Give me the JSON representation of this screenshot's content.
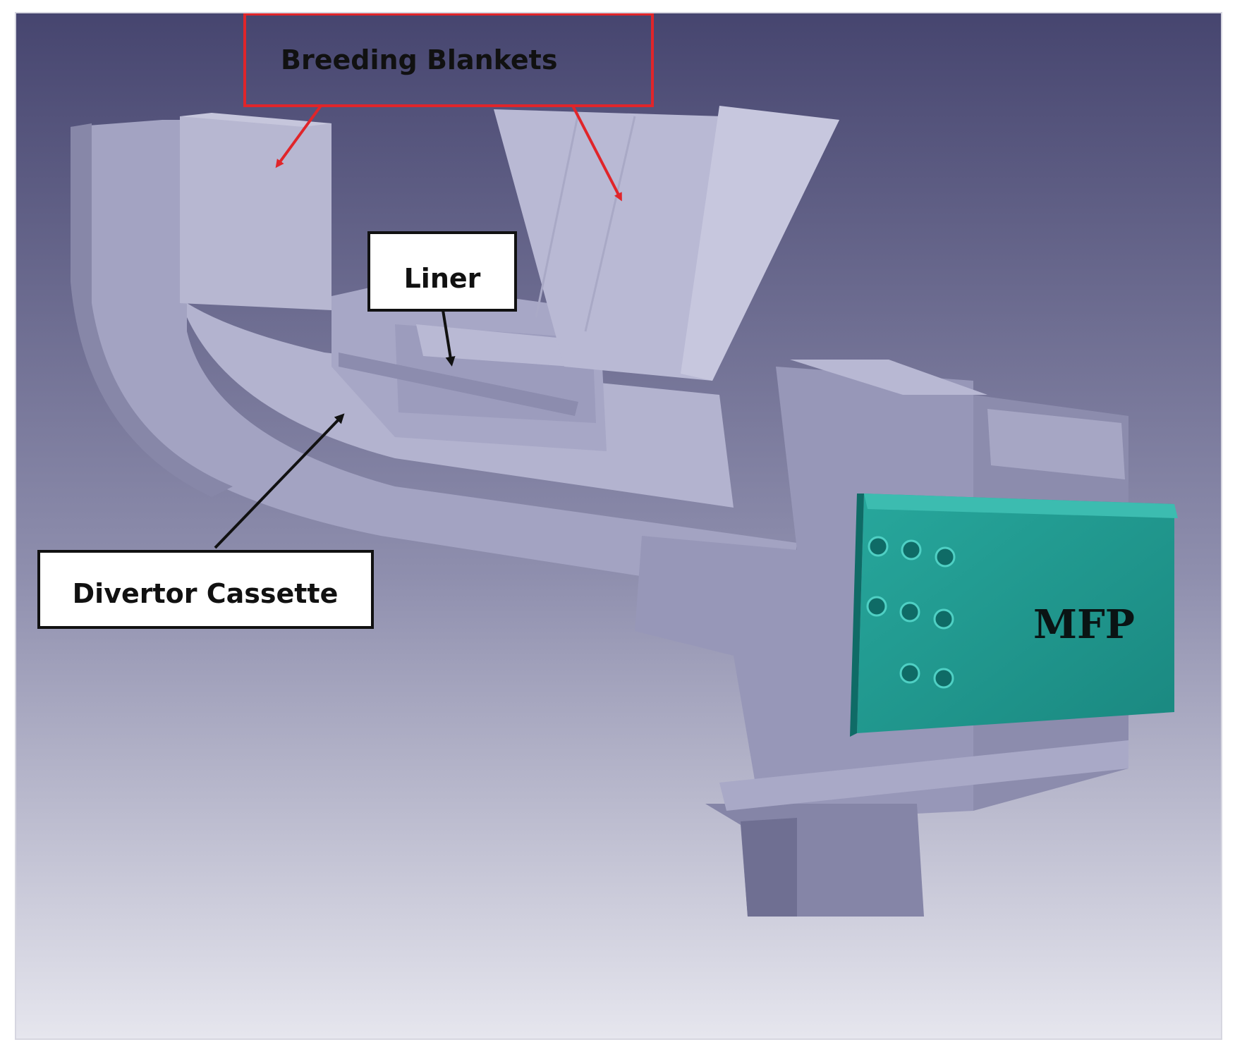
{
  "figure": {
    "labels": {
      "breeding_blankets": "Breeding Blankets",
      "liner": "Liner",
      "divertor_cassette": "Divertor Cassette",
      "mfp": "MFP"
    }
  },
  "colors": {
    "background_top": "#46456f",
    "background_bottom": "#e6e6ee",
    "structure_light": "#b8b8d2",
    "structure_mid": "#9b9bbb",
    "structure_dark": "#7a7a9c",
    "mfp_box": "#1e958c",
    "mfp_box_dark": "#0f6b66",
    "highlight_box": "#e0252a",
    "arrow_red": "#e0252a",
    "arrow_black": "#111111"
  }
}
